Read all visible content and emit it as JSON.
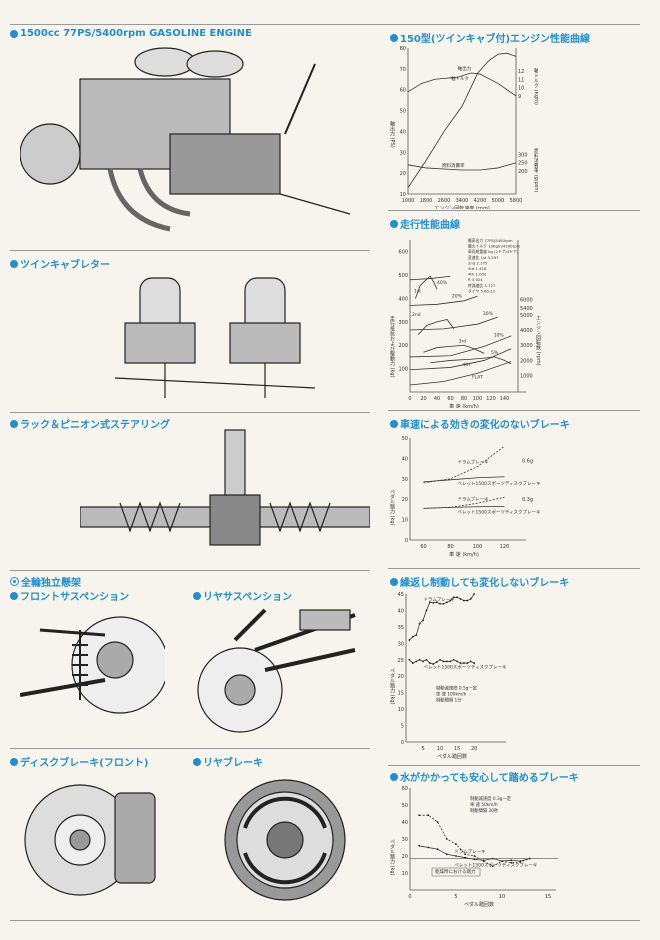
{
  "left": {
    "engine_title": "1500cc  77PS/5400rpm  GASOLINE  ENGINE",
    "carb_title": "ツインキャブレター",
    "steering_title": "ラック＆ピニオン式ステアリング",
    "suspension_title": "全輪独立懸架",
    "front_susp_title": "フロントサスペンション",
    "rear_susp_title": "リヤサスペンション",
    "disc_brake_title": "ディスクブレーキ(フロント)",
    "rear_brake_title": "リヤブレーキ"
  },
  "right": {
    "engine_curve_title": "150型(ツインキャブ付)エンジン性能曲線",
    "running_title": "走行性能曲線",
    "brake_speed_title": "車速による効きの変化のないブレーキ",
    "brake_repeat_title": "繰返し制動しても変化しないブレーキ",
    "brake_water_title": "水がかかっても安心して踏めるブレーキ"
  },
  "colors": {
    "accent": "#1e8fd0",
    "paper": "#f7f4ee",
    "ink": "#333333"
  },
  "chart_data": [
    {
      "type": "line",
      "title": "150型(ツインキャブ付)エンジン性能曲線",
      "xlabel": "エンジン回転速度 (rpm)",
      "ylabel": "軸出力 (PS)",
      "y2label_top": "軸トルク (Kgm)",
      "y2label_bottom": "燃料消費率 (g/psh)",
      "xlim": [
        1000,
        5800
      ],
      "ylim": [
        10,
        80
      ],
      "xticks": [
        1000,
        1800,
        2600,
        3400,
        4200,
        5000,
        5800
      ],
      "yticks": [
        10,
        20,
        30,
        40,
        50,
        60,
        70,
        80
      ],
      "y2ticks_top": [
        {
          "label": "12",
          "at": 69
        },
        {
          "label": "11",
          "at": 65
        },
        {
          "label": "10",
          "at": 61
        },
        {
          "label": "9",
          "at": 57
        }
      ],
      "y2ticks_bottom": [
        {
          "label": "300",
          "at": 29
        },
        {
          "label": "250",
          "at": 25
        },
        {
          "label": "200",
          "at": 21
        }
      ],
      "series": [
        {
          "name": "軸出力",
          "x": [
            1000,
            1800,
            2600,
            3400,
            4100,
            4600,
            5000,
            5400,
            5800
          ],
          "y": [
            13,
            26,
            40,
            52,
            68,
            74,
            77,
            77.5,
            76
          ]
        },
        {
          "name": "軸トルク",
          "x": [
            1000,
            1600,
            2200,
            3200,
            3800,
            4200,
            5000,
            5800
          ],
          "y": [
            59,
            63,
            65,
            66,
            68,
            67.5,
            63,
            57
          ]
        },
        {
          "name": "燃料消費率",
          "x": [
            1000,
            1800,
            2600,
            3400,
            4200,
            5000,
            5800
          ],
          "y": [
            24,
            22.5,
            22,
            21.5,
            21.5,
            22.5,
            25
          ]
        }
      ]
    },
    {
      "type": "line",
      "title": "走行性能曲線",
      "xlabel": "車 速 (km/h)",
      "ylabel": "走行抵抗および駆動力 (kg)",
      "y2label": "エンジン回転数 (rpm)",
      "xlim": [
        0,
        160
      ],
      "ylim": [
        0,
        650
      ],
      "xticks": [
        0,
        20,
        40,
        60,
        80,
        100,
        120,
        140
      ],
      "yticks": [
        100,
        200,
        300,
        400,
        500,
        600
      ],
      "y2ticks": [
        {
          "label": "1000",
          "at": 70
        },
        {
          "label": "2000",
          "at": 135
        },
        {
          "label": "3000",
          "at": 200
        },
        {
          "label": "4000",
          "at": 265
        },
        {
          "label": "5000",
          "at": 330
        },
        {
          "label": "5400",
          "at": 360
        },
        {
          "label": "6000",
          "at": 395
        }
      ],
      "specs": [
        "最高出力 77PS/5400rpm",
        "最大トルク 10Kgm/4200rpm",
        "車両総重量 kg (2ドア/4ドア)",
        "変速比 1st 3.597",
        "2nd 2.175",
        "3rd 1.418",
        "4th 1.000",
        "R 3.924",
        "終減速比 3.727",
        "タイヤ 5.60-13"
      ],
      "series": [
        {
          "name": "1st",
          "x": [
            8,
            15,
            22,
            30,
            35,
            40
          ],
          "y": [
            400,
            455,
            475,
            495,
            470,
            440
          ]
        },
        {
          "name": "2nd",
          "x": [
            12,
            25,
            40,
            55,
            65
          ],
          "y": [
            245,
            285,
            300,
            310,
            270
          ]
        },
        {
          "name": "3rd",
          "x": [
            20,
            40,
            60,
            80,
            95,
            110
          ],
          "y": [
            170,
            190,
            195,
            200,
            185,
            165
          ]
        },
        {
          "name": "4th",
          "x": [
            30,
            60,
            90,
            110,
            125,
            140,
            150
          ],
          "y": [
            125,
            135,
            140,
            145,
            150,
            135,
            120
          ]
        },
        {
          "name": "40%",
          "x": [
            0,
            30,
            60
          ],
          "y": [
            480,
            485,
            495
          ]
        },
        {
          "name": "20%",
          "x": [
            0,
            40,
            80,
            100
          ],
          "y": [
            370,
            375,
            390,
            410
          ]
        },
        {
          "name": "30%",
          "x": [
            0,
            50,
            100,
            130
          ],
          "y": [
            265,
            270,
            290,
            320
          ]
        },
        {
          "name": "10%",
          "x": [
            0,
            60,
            110,
            150
          ],
          "y": [
            150,
            155,
            195,
            240
          ]
        },
        {
          "name": "5%",
          "x": [
            0,
            60,
            110,
            150
          ],
          "y": [
            95,
            105,
            135,
            185
          ]
        },
        {
          "name": "FLAT",
          "x": [
            0,
            50,
            100,
            150
          ],
          "y": [
            30,
            45,
            80,
            130
          ]
        }
      ]
    },
    {
      "type": "line",
      "title": "車速による効きの変化のないブレーキ",
      "xlabel": "車 速 (km/h)",
      "ylabel": "ペダル踏力 (kg)",
      "xlim": [
        50,
        130
      ],
      "ylim": [
        0,
        50
      ],
      "xticks": [
        60,
        80,
        100,
        120
      ],
      "yticks": [
        0,
        10,
        20,
        30,
        40,
        50
      ],
      "annotations": [
        "0.6g",
        "0.3g"
      ],
      "series": [
        {
          "name": "ドラムブレーキ",
          "dashed": true,
          "x": [
            60,
            80,
            100,
            120
          ],
          "y": [
            28,
            30,
            36,
            46
          ]
        },
        {
          "name": "ベレット1500スポーツディスクブレーキ",
          "x": [
            60,
            80,
            100,
            120
          ],
          "y": [
            28.5,
            29.5,
            30.5,
            31
          ]
        },
        {
          "name": "ドラムブレーキ",
          "dashed": true,
          "x": [
            60,
            80,
            100,
            120
          ],
          "y": [
            15.5,
            16,
            18,
            21
          ]
        },
        {
          "name": "ベレット1500スポーツディスクブレーキ",
          "x": [
            60,
            80,
            100,
            120
          ],
          "y": [
            15.5,
            16,
            16.3,
            16.5
          ]
        }
      ]
    },
    {
      "type": "line",
      "title": "繰返し制動しても変化しないブレーキ",
      "xlabel": "ペダル踏回数",
      "ylabel": "ペダル踏力 (kg)",
      "xlim": [
        0,
        27
      ],
      "ylim": [
        0,
        45
      ],
      "xticks": [
        5,
        10,
        15,
        20
      ],
      "yticks": [
        0,
        5,
        10,
        15,
        20,
        25,
        30,
        35,
        40,
        45
      ],
      "conditions": [
        "制動減速度 0.5g一定",
        "車 速 100km/h",
        "制動間隔 1分"
      ],
      "series": [
        {
          "name": "ドラムブレーキ",
          "markers": true,
          "x": [
            1,
            2,
            3,
            4,
            5,
            6,
            7,
            8,
            9,
            10,
            11,
            12,
            13,
            14,
            15,
            16,
            17,
            18,
            19,
            20
          ],
          "y": [
            31,
            32,
            32.5,
            36,
            37,
            40,
            42.5,
            42.3,
            42.5,
            42,
            42,
            42.5,
            43,
            44,
            44,
            43.5,
            43,
            43,
            43.5,
            45
          ]
        },
        {
          "name": "ベレット1500スポーツディスクブレーキ",
          "markers": true,
          "x": [
            1,
            2,
            3,
            4,
            5,
            6,
            7,
            8,
            9,
            10,
            11,
            12,
            13,
            14,
            15,
            16,
            17,
            18,
            19,
            20
          ],
          "y": [
            25,
            24,
            24.5,
            25,
            24.5,
            25,
            24,
            23.7,
            24.3,
            25,
            24.5,
            24.5,
            24.5,
            25,
            24.5,
            24,
            24,
            24,
            24.5,
            24
          ]
        }
      ]
    },
    {
      "type": "line",
      "title": "水がかかっても安心して踏めるブレーキ",
      "xlabel": "ペダル踏回数",
      "ylabel": "ペダル踏力 (kg)",
      "xlim": [
        0,
        15
      ],
      "ylim": [
        0,
        60
      ],
      "xticks": [
        0,
        5,
        10,
        15
      ],
      "yticks": [
        10,
        20,
        30,
        40,
        50,
        60
      ],
      "conditions": [
        "制動減速度 0.3g一定",
        "車 速 50km/h",
        "制動間隔 30秒"
      ],
      "reference_label": "乾燥時における踏力",
      "reference_value": 18.5,
      "series": [
        {
          "name": "ドラムブレーキ",
          "dashed": true,
          "markers": true,
          "x": [
            1,
            2,
            3,
            4,
            5,
            6,
            7,
            8,
            9,
            10,
            11,
            12,
            13
          ],
          "y": [
            44,
            44,
            40,
            30,
            27,
            21,
            20,
            17,
            14,
            17,
            16,
            16.5,
            18.5
          ]
        },
        {
          "name": "ベレット1500スポーツディスクブレーキ",
          "markers": true,
          "x": [
            1,
            2,
            3,
            4,
            5,
            6,
            7,
            8,
            9,
            10,
            11,
            12,
            13
          ],
          "y": [
            26,
            25,
            24,
            21,
            20,
            19,
            18,
            17.5,
            18.5,
            17,
            17.5,
            17,
            18.5
          ]
        }
      ]
    }
  ]
}
